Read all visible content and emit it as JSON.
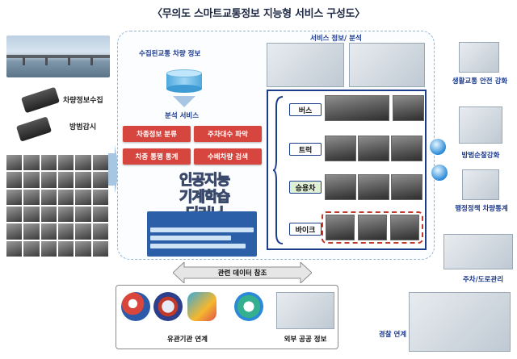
{
  "title": "〈무의도 스마트교통정보 지능형 서비스 구성도〉",
  "left": {
    "vehicle_collection_label": "차량정보수집",
    "crime_watch_label": "방범감시"
  },
  "center": {
    "collected_label": "수집된교통 차량 정보",
    "analysis_label": "분석 서비스",
    "services": [
      "차종정보 분류",
      "주차대수 파악",
      "차종 통행 통계",
      "수배차량 검색"
    ],
    "ai_lines": [
      "인공지능",
      "기계학습",
      "딥러닝"
    ],
    "service_info_label": "서비스 정보/ 분석",
    "vehicle_types": [
      "버스",
      "트럭",
      "승용차",
      "바이크"
    ]
  },
  "right": {
    "items": [
      "생활교통 안전 강화",
      "방범순찰강화",
      "행정정책 차량통계",
      "주차/도로관리",
      "경찰 연계"
    ]
  },
  "bottom": {
    "reference_label": "관련 데이터 참조",
    "agency_label": "유관기관 연계",
    "public_label": "외부 공공 정보"
  },
  "colors": {
    "accent_red": "#d6463f",
    "frame_blue": "#1c3c8c",
    "panel_dash": "#8fb5d9"
  }
}
